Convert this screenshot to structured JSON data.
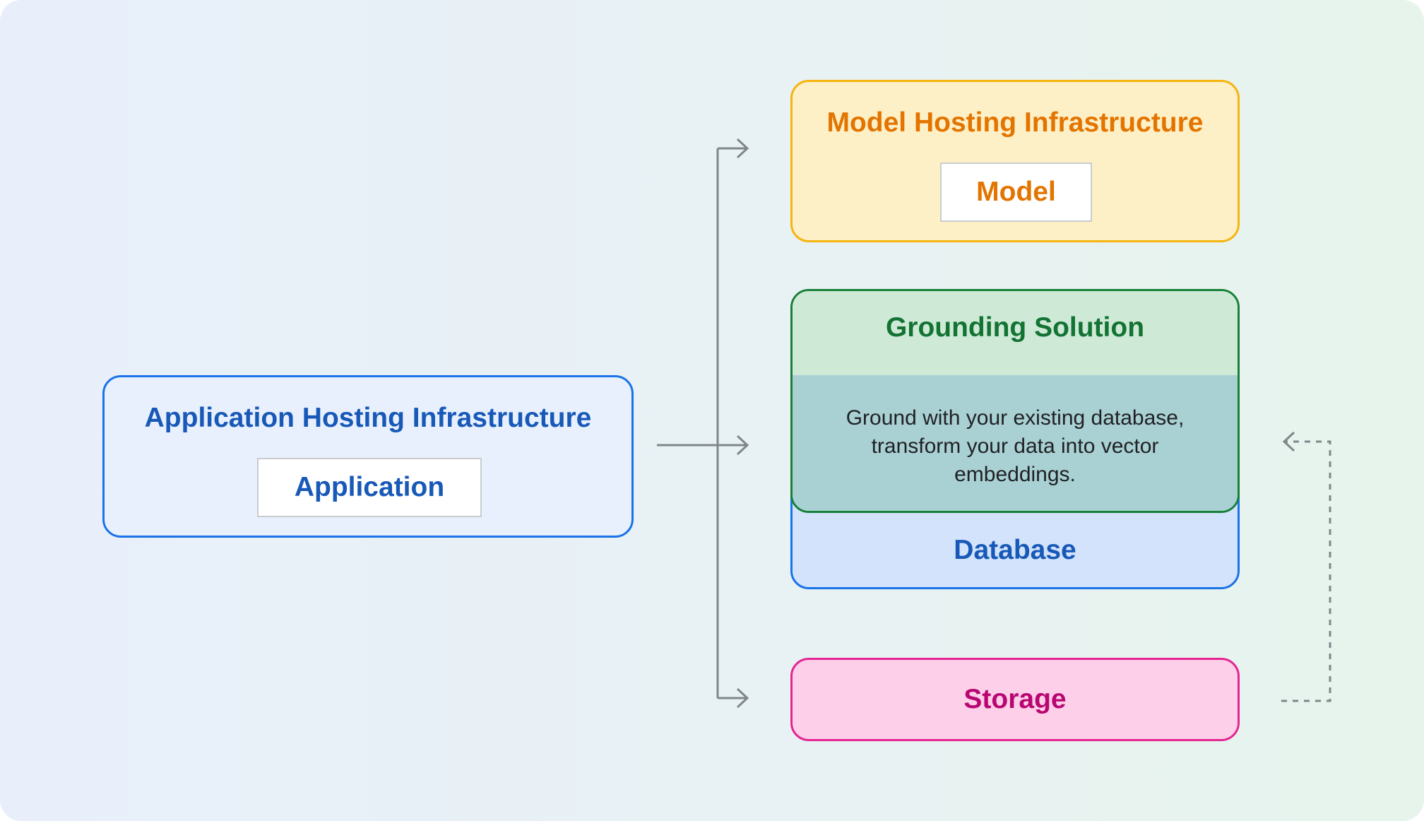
{
  "application": {
    "title": "Application Hosting Infrastructure",
    "inner_label": "Application"
  },
  "model": {
    "title": "Model Hosting Infrastructure",
    "inner_label": "Model"
  },
  "grounding": {
    "title": "Grounding Solution",
    "description": "Ground with your existing database, transform your data into vector embeddings."
  },
  "database": {
    "title": "Database"
  },
  "storage": {
    "title": "Storage"
  },
  "colors": {
    "application": "#1a73e8",
    "model": "#f6b40f",
    "grounding": "#188038",
    "storage": "#e52592",
    "connector": "#80868b"
  }
}
